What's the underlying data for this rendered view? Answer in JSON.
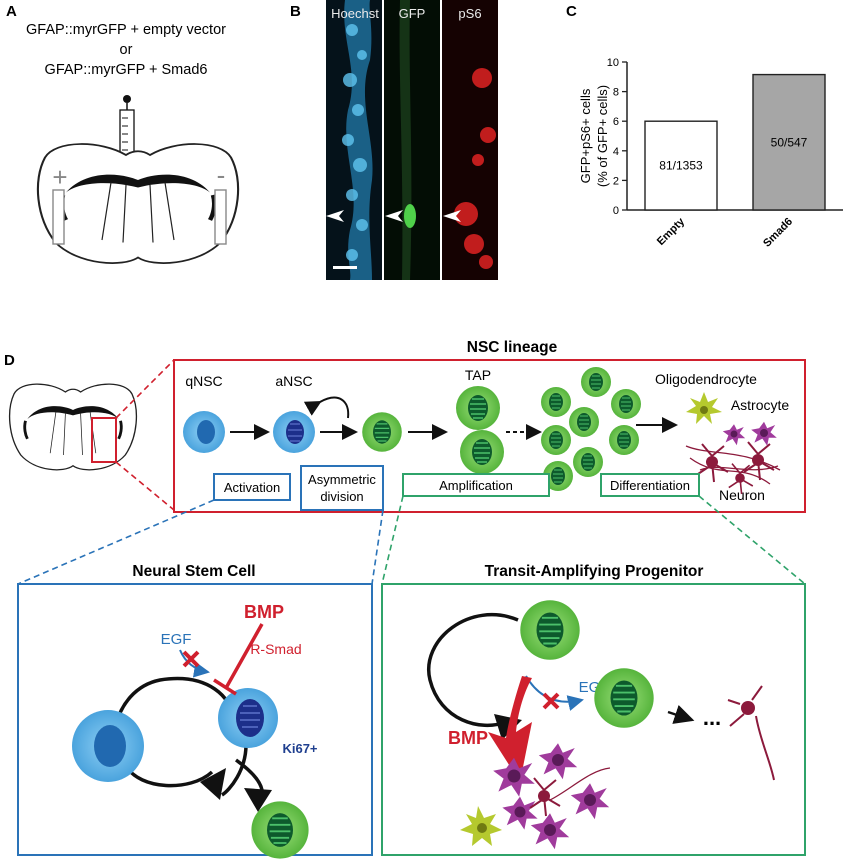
{
  "panel_a": {
    "letter": "A",
    "line1": "GFAP::myrGFP + empty vector",
    "line2": "or",
    "line3": "GFAP::myrGFP + Smad6",
    "plus": "+",
    "minus": "-"
  },
  "panel_b": {
    "letter": "B",
    "channels": [
      "Hoechst",
      "GFP",
      "pS6"
    ]
  },
  "panel_c": {
    "letter": "C",
    "ylabel_line1": "GFP+pS6+ cells",
    "ylabel_line2": "(% of GFP+ cells)"
  },
  "chart_data": {
    "type": "bar",
    "categories": [
      "Empty",
      "Smad6"
    ],
    "values": [
      6.0,
      9.15
    ],
    "bar_labels": [
      "81/1353",
      "50/547"
    ],
    "colors": [
      "#ffffff",
      "#a6a6a6"
    ],
    "ylim": [
      0,
      10
    ],
    "yticks": [
      0,
      2,
      4,
      6,
      8,
      10
    ],
    "xlabel": "",
    "ylabel": "GFP+pS6+ cells (% of GFP+ cells)"
  },
  "panel_d": {
    "letter": "D",
    "lineage_title": "NSC lineage",
    "qnsc": "qNSC",
    "ansc": "aNSC",
    "tap": "TAP",
    "oligodendrocyte": "Oligodendrocyte",
    "astrocyte": "Astrocyte",
    "neuron": "Neuron",
    "activation": "Activation",
    "asym_line1": "Asymmetric",
    "asym_line2": "division",
    "amplification": "Amplification",
    "differentiation": "Differentiation",
    "nsc_title": "Neural Stem Cell",
    "tap_title": "Transit-Amplifying Progenitor",
    "egf": "EGF",
    "bmp": "BMP",
    "rsmad": "R-Smad",
    "ki67": "Ki67+",
    "ellipsis": "...",
    "colors": {
      "red": "#d0202e",
      "blue": "#2a73b8",
      "green": "#2fa36a",
      "cell_blue": "#5aaee0",
      "cell_green": "#6cc24a",
      "purple": "#a03b9c",
      "maroon": "#8c1a3c",
      "yellowgreen": "#b5c92e"
    }
  }
}
